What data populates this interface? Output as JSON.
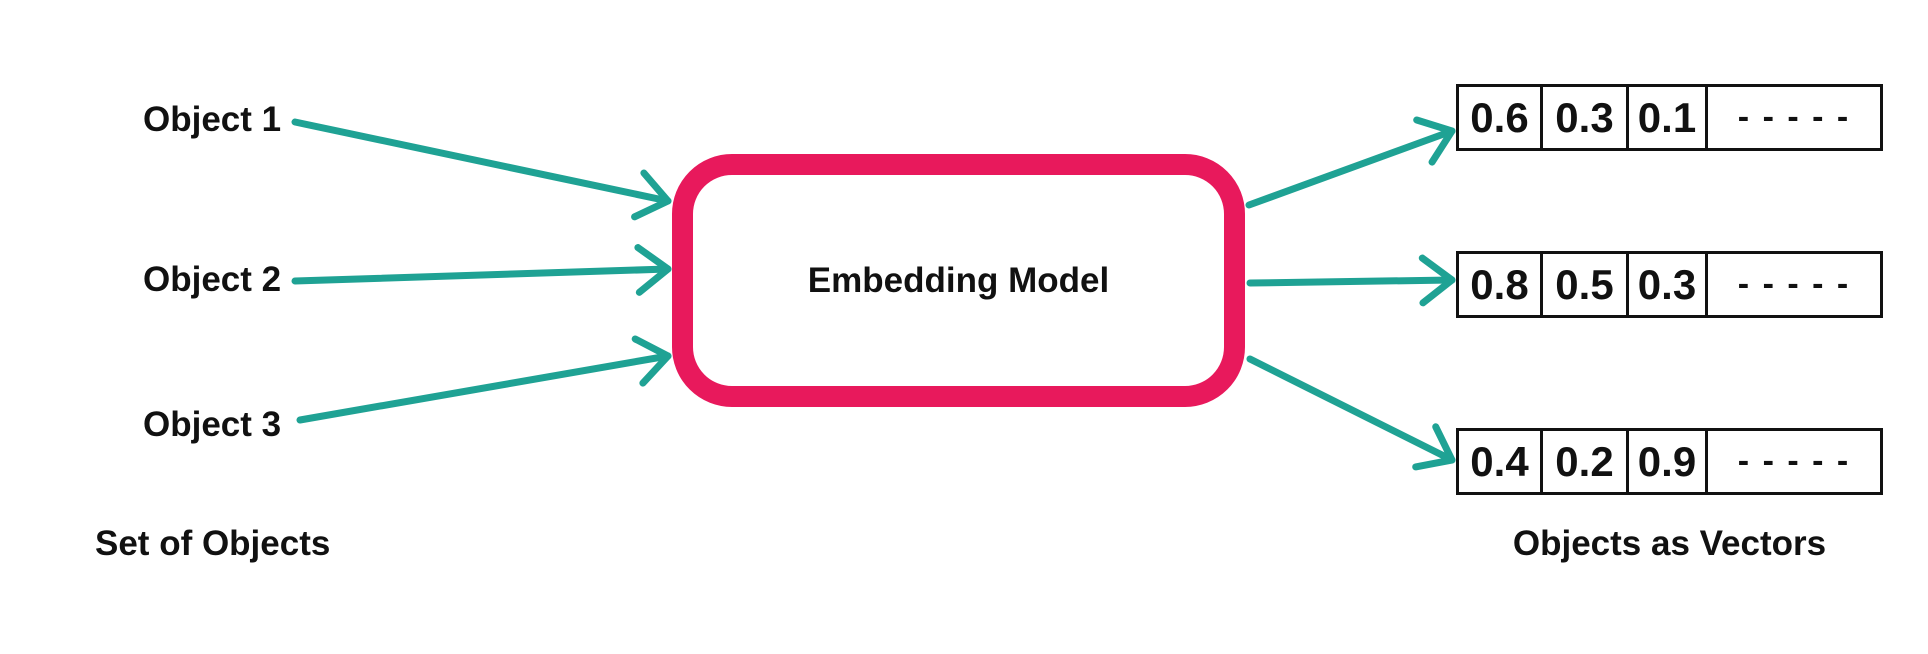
{
  "diagram": {
    "left_caption": "Set of Objects",
    "right_caption": "Objects as Vectors",
    "model_box_label": "Embedding Model",
    "objects": [
      {
        "label": "Object 1"
      },
      {
        "label": "Object 2"
      },
      {
        "label": "Object 3"
      }
    ],
    "vectors": [
      {
        "values": [
          "0.6",
          "0.3",
          "0.1"
        ],
        "ellipsis": "- - - - -"
      },
      {
        "values": [
          "0.8",
          "0.5",
          "0.3"
        ],
        "ellipsis": "- - - - -"
      },
      {
        "values": [
          "0.4",
          "0.2",
          "0.9"
        ],
        "ellipsis": "- - - - -"
      }
    ],
    "arrows": [
      {
        "from": "Object 1",
        "to": "Embedding Model"
      },
      {
        "from": "Object 2",
        "to": "Embedding Model"
      },
      {
        "from": "Object 3",
        "to": "Embedding Model"
      },
      {
        "from": "Embedding Model",
        "to": "vector-1"
      },
      {
        "from": "Embedding Model",
        "to": "vector-2"
      },
      {
        "from": "Embedding Model",
        "to": "vector-3"
      }
    ],
    "colors": {
      "arrow_teal": "#1FA294",
      "box_pink": "#E8195C",
      "line_black": "#111111",
      "background": "#FFFFFF"
    }
  }
}
